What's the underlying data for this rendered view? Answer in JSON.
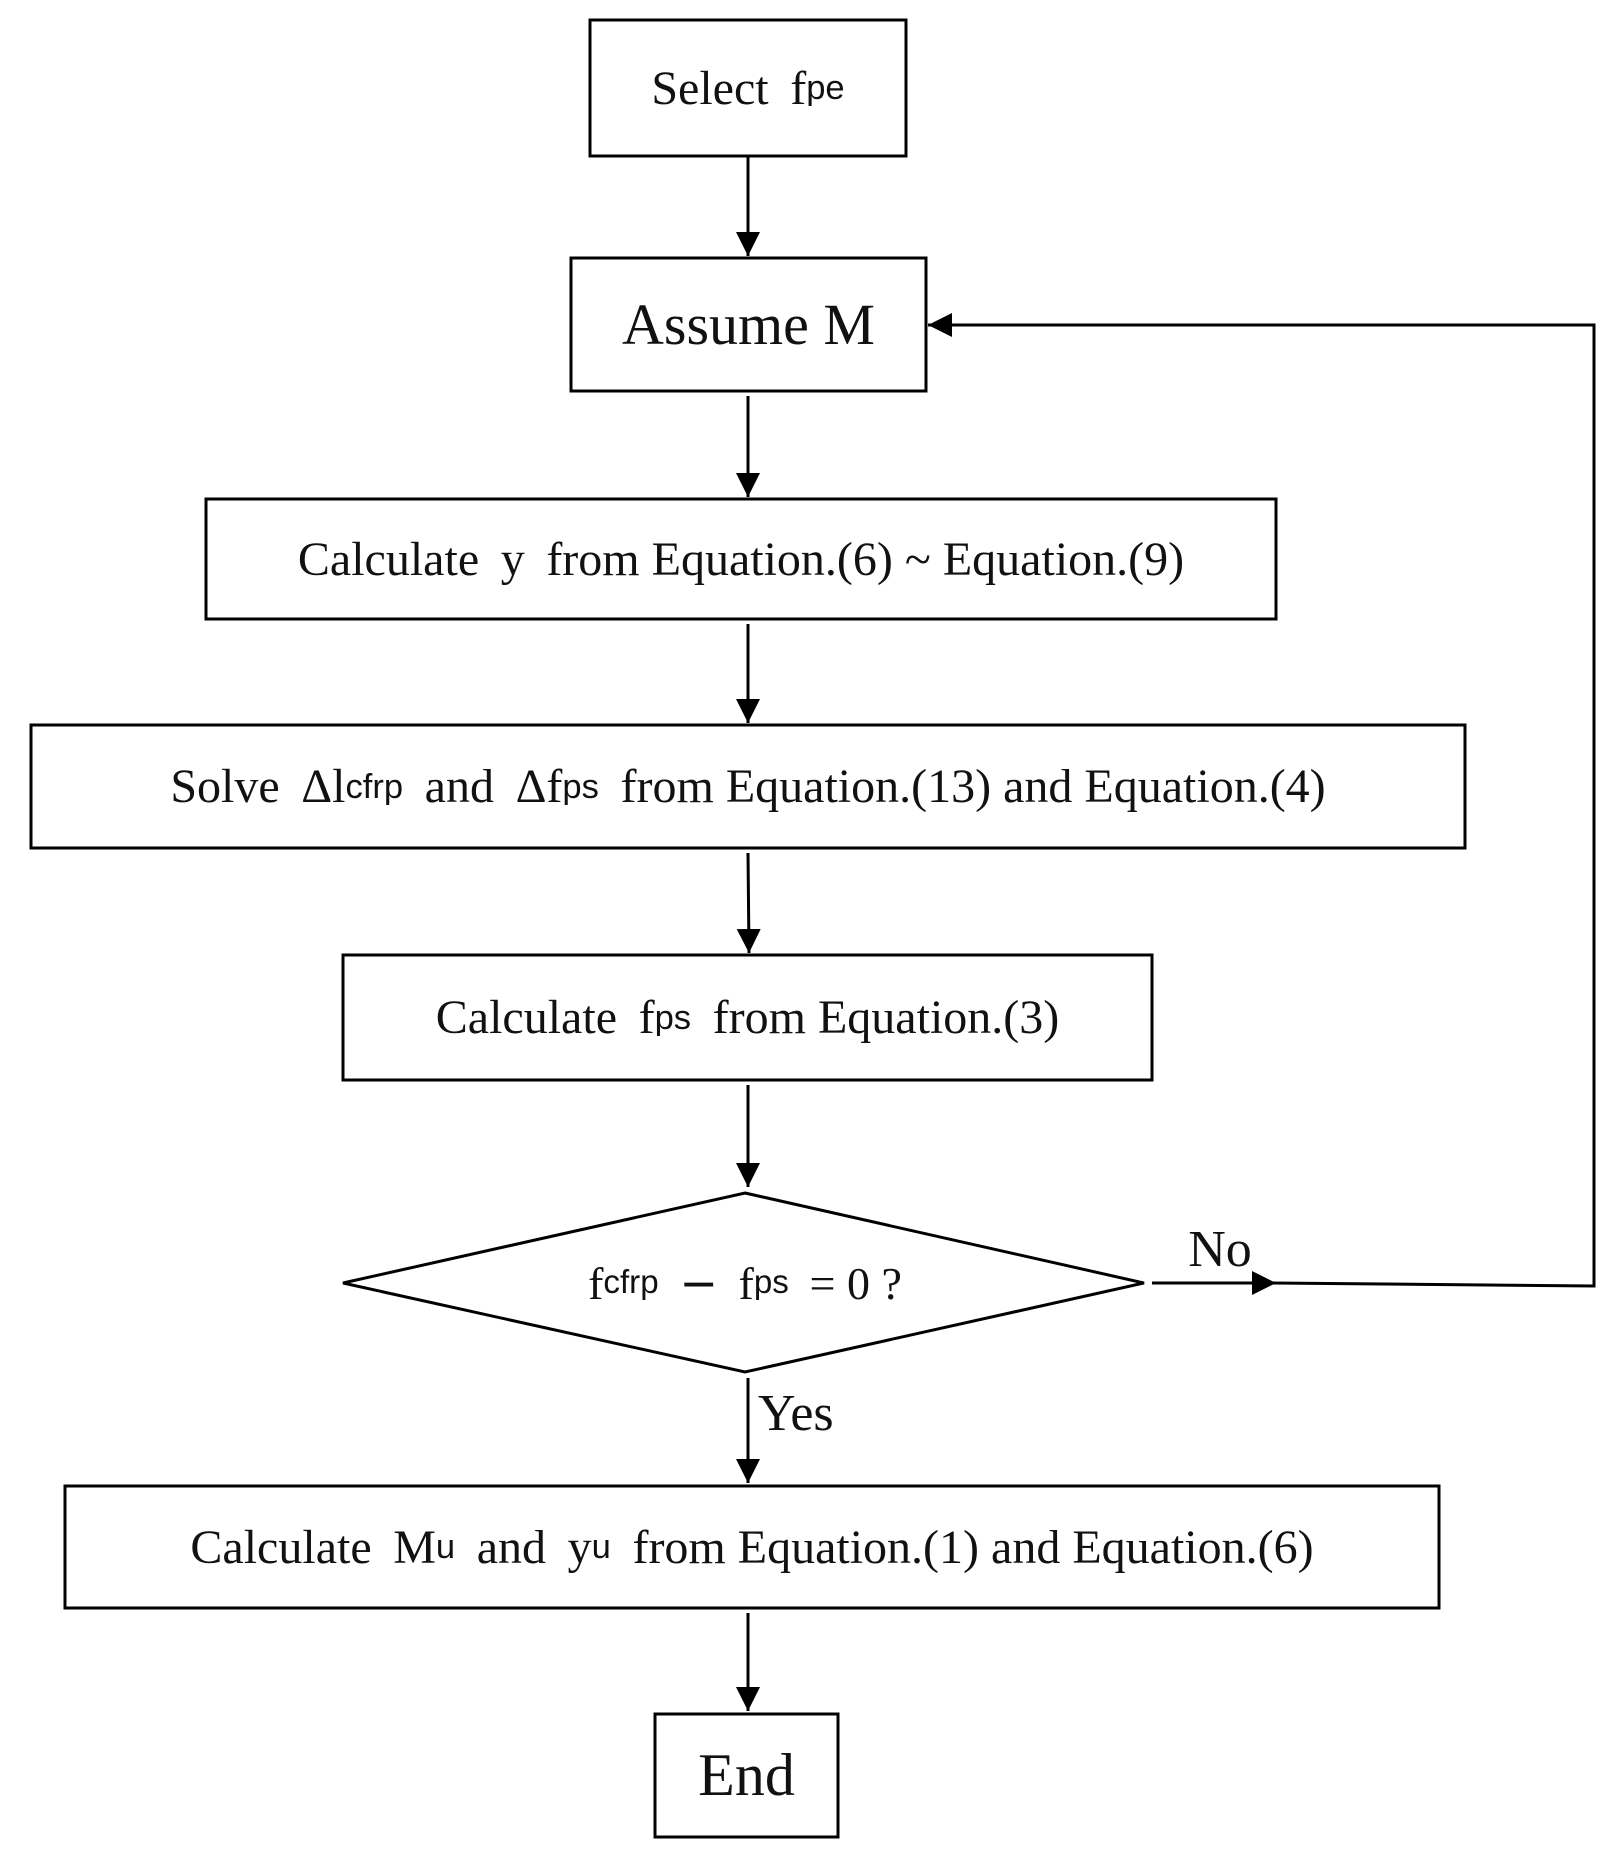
{
  "nodes": {
    "select": {
      "prefix": "Select",
      "var": "f",
      "sub": "pe"
    },
    "assume": {
      "text": "Assume M"
    },
    "calc_y": {
      "prefix": "Calculate",
      "var": "y",
      "rest": "from Equation.(6) ~ Equation.(9)"
    },
    "solve": {
      "prefix": "Solve",
      "var1": "Δl",
      "sub1": "cfrp",
      "and": "and",
      "var2": "Δf",
      "sub2": "ps",
      "rest": "from Equation.(13) and Equation.(4)"
    },
    "calc_fps": {
      "prefix": "Calculate",
      "var": "f",
      "sub": "ps",
      "rest": "from Equation.(3)"
    },
    "decision": {
      "var1": "f",
      "sub1": "cfrp",
      "op": "−",
      "var2": "f",
      "sub2": "ps",
      "rest": "= 0 ?"
    },
    "calc_mu": {
      "prefix": "Calculate",
      "var1": "M",
      "sub1": "u",
      "and": "and",
      "var2": "y",
      "sub2": "u",
      "rest": "from Equation.(1) and Equation.(6)"
    },
    "end": {
      "text": "End"
    }
  },
  "edges": {
    "no_label": "No",
    "yes_label": "Yes"
  }
}
